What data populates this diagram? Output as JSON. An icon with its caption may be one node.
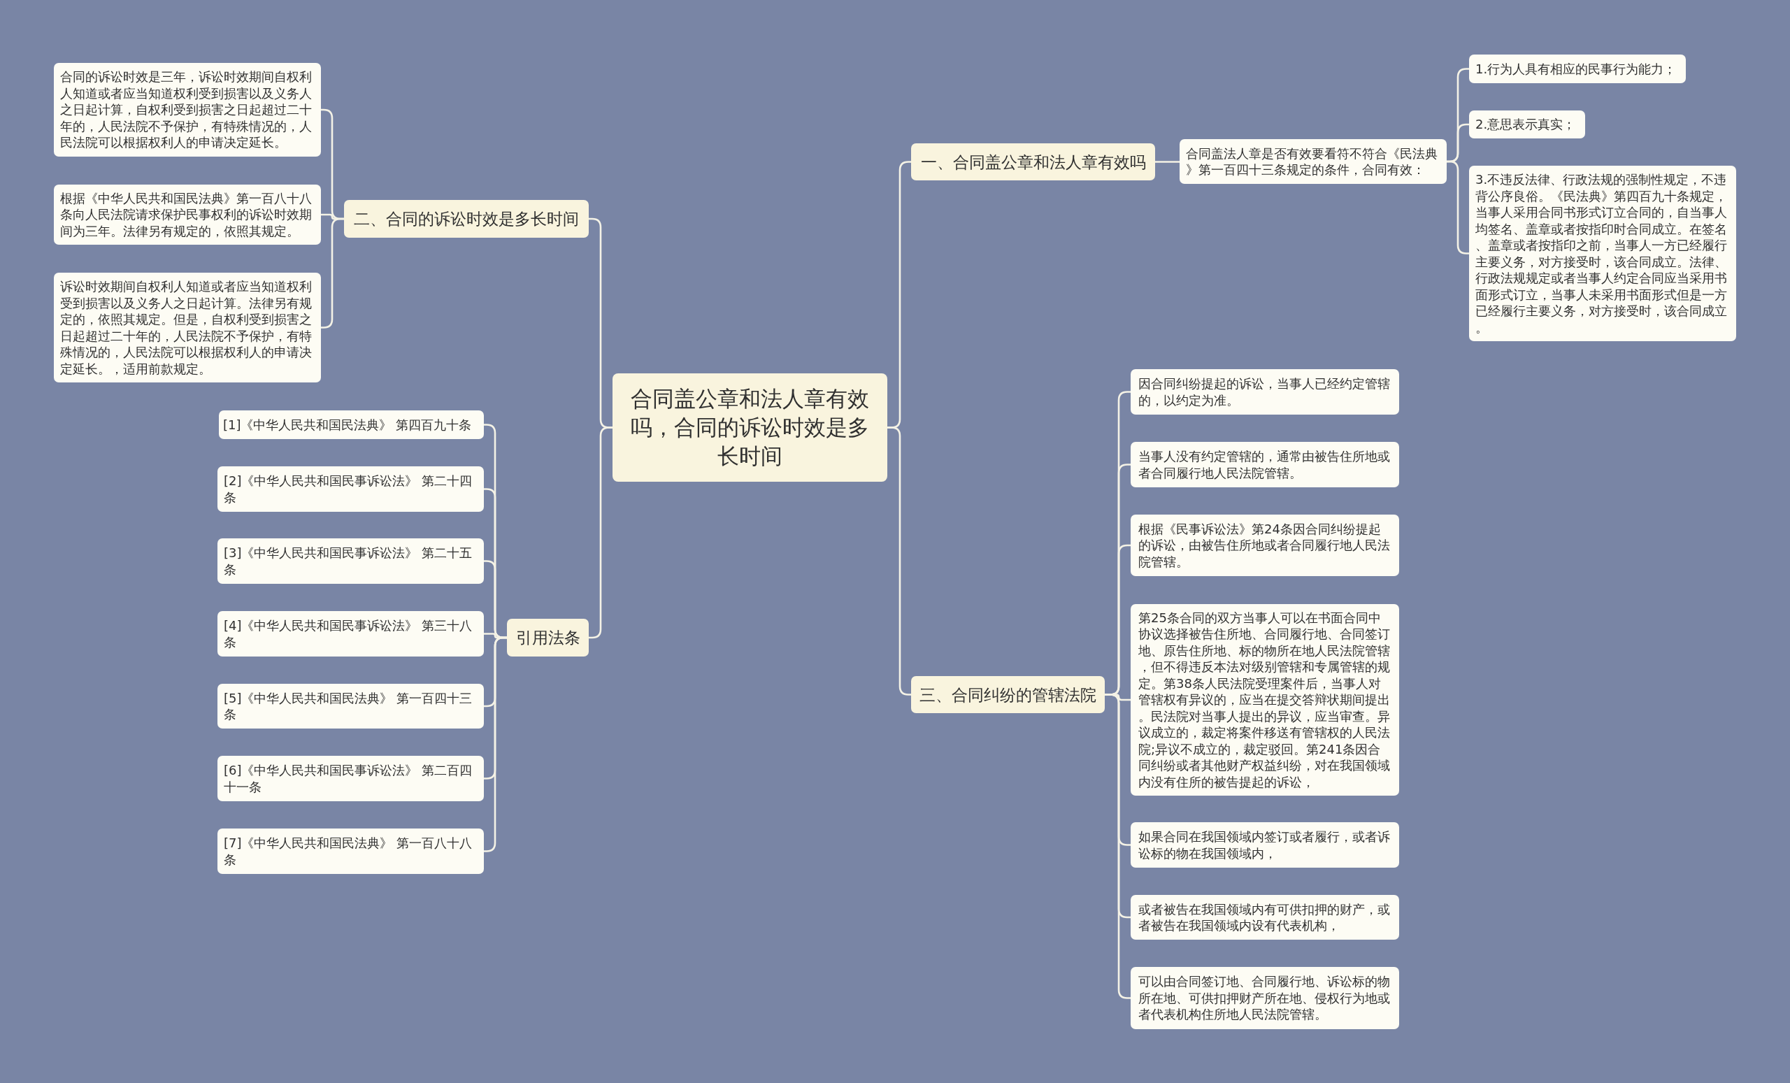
{
  "diagram": {
    "nodes": [
      {
        "text": [
          "合同盖公章和法人章有效吗，合同的诉讼时效是多长时间"
        ]
      },
      {
        "text": [
          "一、合同盖公章和法人章有效吗"
        ]
      },
      {
        "text": [
          "合同盖法人章是否有效要看符不符合《民法典》第一百四十三条规定的条件，合同有效："
        ]
      },
      {
        "text": [
          "1.行为人具有相应的民事行为能力；"
        ]
      },
      {
        "text": [
          "2.意思表示真实；"
        ]
      },
      {
        "text": [
          "3.不违反法律、行政法规的强制性规定，不违背公序良俗。《民法典》第四百九十条规定，当事人采用合同书形式订立合同的，自当事人均签名、盖章或者按指印时合同成立。在签名、盖章或者按指印之前，当事人一方已经履行主要义务，对方接受时，该合同成立。法律、行政法规规定或者当事人约定合同应当采用书面形式订立，当事人未采用书面形式但是一方已经履行主要义务，对方接受时，该合同成立。"
        ]
      },
      {
        "text": [
          "三、合同纠纷的管辖法院"
        ]
      },
      {
        "text": [
          "因合同纠纷提起的诉讼，当事人已经约定管辖的，以约定为准。"
        ]
      },
      {
        "text": [
          "当事人没有约定管辖的，通常由被告住所地或者合同履行地人民法院管辖。"
        ]
      },
      {
        "text": [
          "根据《民事诉讼法》第24条因合同纠纷提起的诉讼，由被告住所地或者合同履行地人民法院管辖。"
        ]
      },
      {
        "text": [
          "第25条合同的双方当事人可以在书面合同中协议选择被告住所地、合同履行地、合同签订地、原告住所地、标的物所在地人民法院管辖，但不得违反本法对级别管辖和专属管辖的规定。第38条人民法院受理案件后，当事人对管辖权有异议的，应当在提交答辩状期间提出。民法院对当事人提出的异议，应当审查。异议成立的，裁定将案件移送有管辖权的人民法院;异议不成立的，裁定驳回。第241条因合同纠纷或者其他财产权益纠纷，对在我国领域内没有住所的被告提起的诉讼，"
        ]
      },
      {
        "text": [
          "如果合同在我国领域内签订或者履行，或者诉讼标的物在我国领域内，"
        ]
      },
      {
        "text": [
          "或者被告在我国领域内有可供扣押的财产，或者被告在我国领域内设有代表机构，"
        ]
      },
      {
        "text": [
          "可以由合同签订地、合同履行地、诉讼标的物所在地、可供扣押财产所在地、侵权行为地或者代表机构住所地人民法院管辖。"
        ]
      },
      {
        "text": [
          "二、合同的诉讼时效是多长时间"
        ]
      },
      {
        "text": [
          "合同的诉讼时效是三年，诉讼时效期间自权利人知道或者应当知道权利受到损害以及义务人之日起计算，自权利受到损害之日起超过二十年的，人民法院不予保护，有特殊情况的，人民法院可以根据权利人的申请决定延长。"
        ]
      },
      {
        "text": [
          "根据《中华人民共和国民法典》第一百八十八条向人民法院请求保护民事权利的诉讼时效期间为三年。法律另有规定的，依照其规定。"
        ]
      },
      {
        "text": [
          "诉讼时效期间自权利人知道或者应当知道权利受到损害以及义务人之日起计算。法律另有规定的，依照其规定。但是，自权利受到损害之日起超过二十年的，人民法院不予保护，有特殊情况的，人民法院可以根据权利人的申请决定延长。，适用前款规定。"
        ]
      },
      {
        "text": [
          "引用法条"
        ]
      },
      {
        "text": [
          "[1]《中华人民共和国民法典》 第四百九十条"
        ]
      },
      {
        "text": [
          "[2]《中华人民共和国民事诉讼法》 第二十四条"
        ]
      },
      {
        "text": [
          "[3]《中华人民共和国民事诉讼法》 第二十五条"
        ]
      },
      {
        "text": [
          "[4]《中华人民共和国民事诉讼法》 第三十八条"
        ]
      },
      {
        "text": [
          "[5]《中华人民共和国民法典》 第一百四十三条"
        ]
      },
      {
        "text": [
          "[6]《中华人民共和国民事诉讼法》 第二百四十一条"
        ]
      },
      {
        "text": [
          "[7]《中华人民共和国民法典》 第一百八十八条"
        ]
      }
    ],
    "edges": [
      {
        "from": 0,
        "to": 1,
        "arrow": "none"
      },
      {
        "from": 1,
        "to": 2,
        "arrow": "none"
      },
      {
        "from": 2,
        "to": 3,
        "arrow": "none"
      },
      {
        "from": 2,
        "to": 4,
        "arrow": "none"
      },
      {
        "from": 2,
        "to": 5,
        "arrow": "none"
      },
      {
        "from": 0,
        "to": 6,
        "arrow": "none"
      },
      {
        "from": 6,
        "to": 7,
        "arrow": "none"
      },
      {
        "from": 6,
        "to": 8,
        "arrow": "none"
      },
      {
        "from": 6,
        "to": 9,
        "arrow": "none"
      },
      {
        "from": 6,
        "to": 10,
        "arrow": "none"
      },
      {
        "from": 6,
        "to": 11,
        "arrow": "none"
      },
      {
        "from": 6,
        "to": 12,
        "arrow": "none"
      },
      {
        "from": 6,
        "to": 13,
        "arrow": "none"
      },
      {
        "from": 0,
        "to": 14,
        "arrow": "none"
      },
      {
        "from": 14,
        "to": 15,
        "arrow": "none"
      },
      {
        "from": 14,
        "to": 16,
        "arrow": "none"
      },
      {
        "from": 14,
        "to": 17,
        "arrow": "none"
      },
      {
        "from": 0,
        "to": 18,
        "arrow": "none"
      },
      {
        "from": 18,
        "to": 19,
        "arrow": "none"
      },
      {
        "from": 18,
        "to": 20,
        "arrow": "none"
      },
      {
        "from": 18,
        "to": 21,
        "arrow": "none"
      },
      {
        "from": 18,
        "to": 22,
        "arrow": "none"
      },
      {
        "from": 18,
        "to": 23,
        "arrow": "none"
      },
      {
        "from": 18,
        "to": 24,
        "arrow": "none"
      },
      {
        "from": 18,
        "to": 25,
        "arrow": "none"
      }
    ]
  }
}
